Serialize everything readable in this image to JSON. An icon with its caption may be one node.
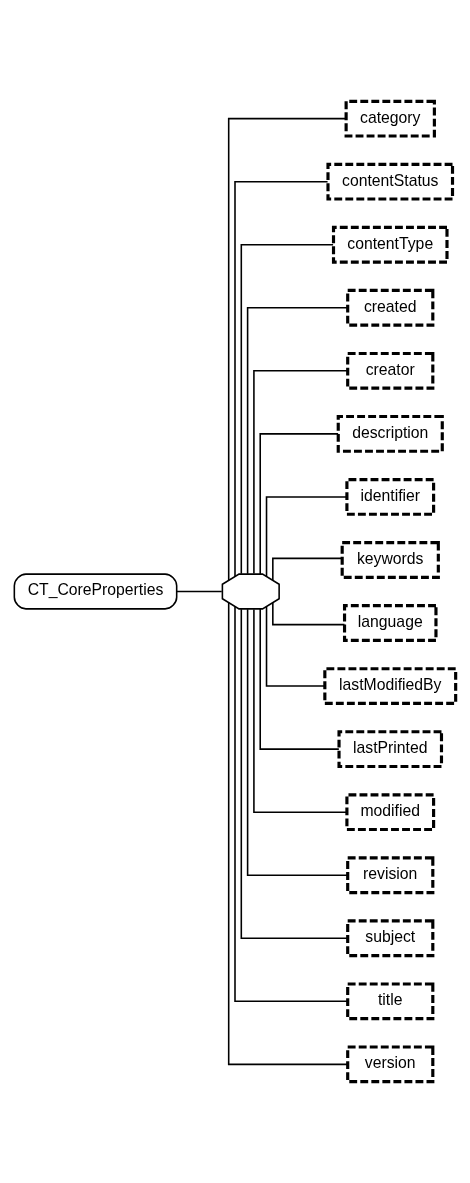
{
  "diagram": {
    "nodes": [
      {
        "text": [
          "CT_CoreProperties"
        ]
      },
      {
        "text": [],
        "shape": "octagon"
      },
      {
        "text": [
          "category"
        ]
      },
      {
        "text": [
          "contentStatus"
        ]
      },
      {
        "text": [
          "contentType"
        ]
      },
      {
        "text": [
          "created"
        ]
      },
      {
        "text": [
          "creator"
        ]
      },
      {
        "text": [
          "description"
        ]
      },
      {
        "text": [
          "identifier"
        ]
      },
      {
        "text": [
          "keywords"
        ]
      },
      {
        "text": [
          "language"
        ]
      },
      {
        "text": [
          "lastModifiedBy"
        ]
      },
      {
        "text": [
          "lastPrinted"
        ]
      },
      {
        "text": [
          "modified"
        ]
      },
      {
        "text": [
          "revision"
        ]
      },
      {
        "text": [
          "subject"
        ]
      },
      {
        "text": [
          "title"
        ]
      },
      {
        "text": [
          "version"
        ]
      }
    ],
    "edges": [
      {
        "from": 0,
        "to": 1,
        "arrow": "none"
      },
      {
        "from": 1,
        "to": 2,
        "arrow": "none"
      },
      {
        "from": 1,
        "to": 3,
        "arrow": "none"
      },
      {
        "from": 1,
        "to": 4,
        "arrow": "none"
      },
      {
        "from": 1,
        "to": 5,
        "arrow": "none"
      },
      {
        "from": 1,
        "to": 6,
        "arrow": "none"
      },
      {
        "from": 1,
        "to": 7,
        "arrow": "none"
      },
      {
        "from": 1,
        "to": 8,
        "arrow": "none"
      },
      {
        "from": 1,
        "to": 9,
        "arrow": "none"
      },
      {
        "from": 1,
        "to": 10,
        "arrow": "none"
      },
      {
        "from": 1,
        "to": 11,
        "arrow": "none"
      },
      {
        "from": 1,
        "to": 12,
        "arrow": "none"
      },
      {
        "from": 1,
        "to": 13,
        "arrow": "none"
      },
      {
        "from": 1,
        "to": 14,
        "arrow": "none"
      },
      {
        "from": 1,
        "to": 15,
        "arrow": "none"
      },
      {
        "from": 1,
        "to": 16,
        "arrow": "none"
      },
      {
        "from": 1,
        "to": 17,
        "arrow": "none"
      }
    ]
  }
}
